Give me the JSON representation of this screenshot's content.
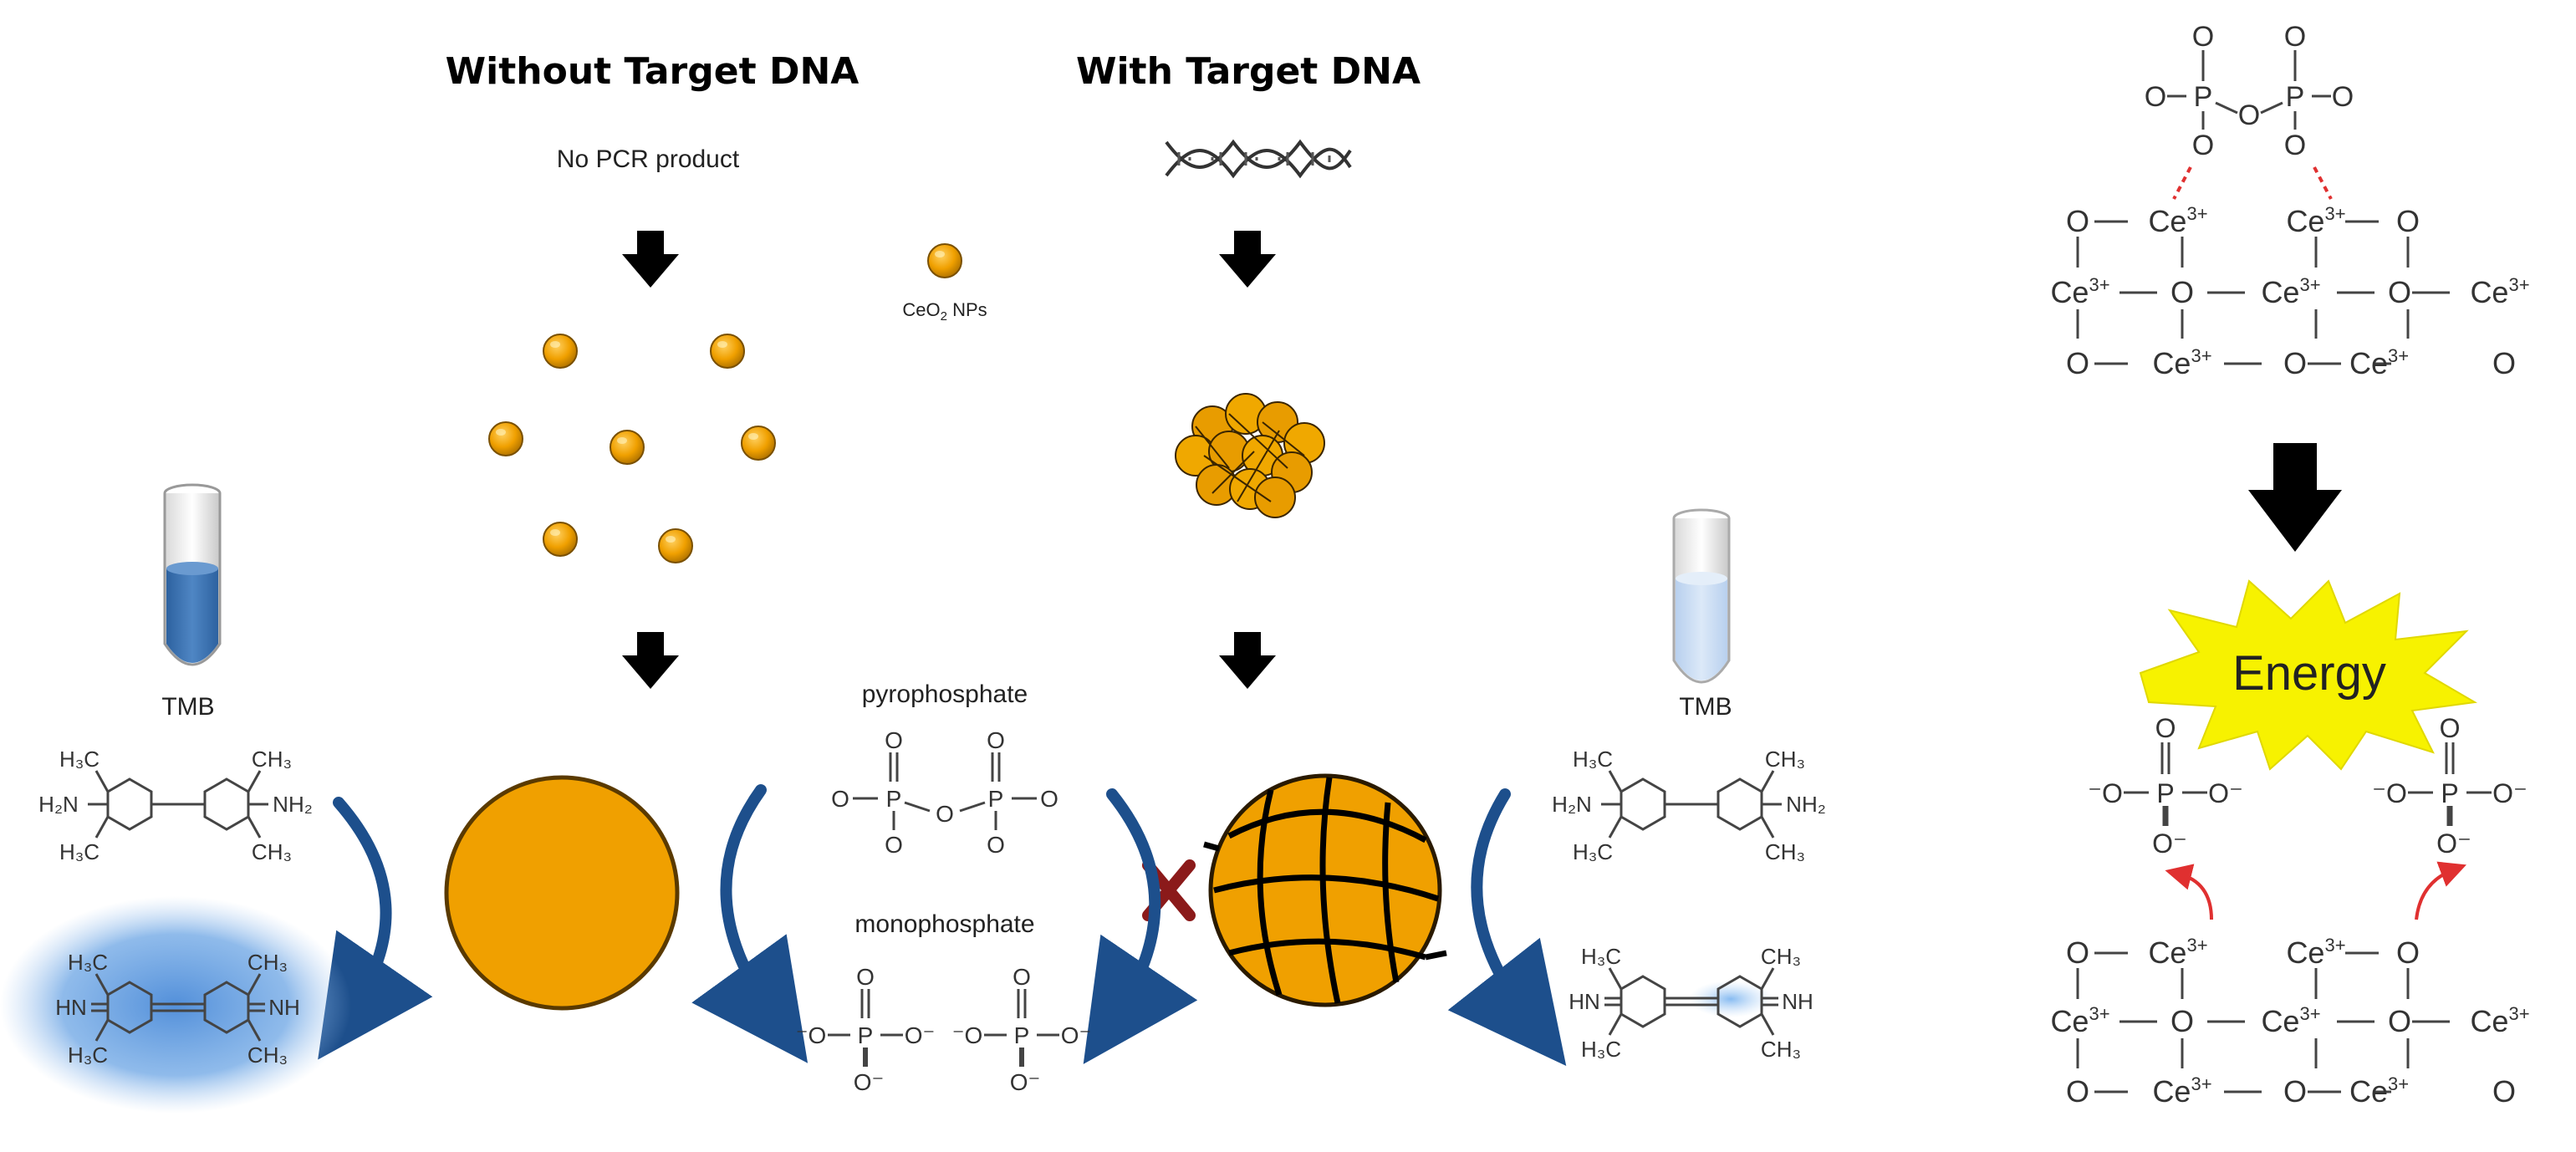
{
  "headings": {
    "without": "Without Target DNA",
    "with": "With Target DNA"
  },
  "labels": {
    "no_pcr": "No PCR product",
    "ceo2_prefix": "CeO",
    "ceo2_sub": "2",
    "ceo2_suffix": " NPs",
    "tmb_left": "TMB",
    "tmb_right": "TMB",
    "pyrophosphate": "pyrophosphate",
    "monophosphate": "monophosphate",
    "energy": "Energy"
  },
  "atoms": {
    "o": "O",
    "p": "P",
    "o_minus": "O⁻",
    "minus_o": "⁻O",
    "ce3": "Ce",
    "ce3_charge": "3+",
    "h3c": "H₃C",
    "ch3": "CH₃",
    "h2n": "H₂N",
    "nh2": "NH₂",
    "hn": "HN",
    "nh": "NH"
  },
  "colors": {
    "nanoparticle": "#F0A000",
    "nanoparticle_edge": "#7a5000",
    "arrow": "#000000",
    "curve_arrow": "#1d4f8c",
    "tube_blue": "#3a72b0",
    "tube_pale": "#cfe0f4",
    "glow_blue": "#5b9be0",
    "cross": "#8b1a1a",
    "energy_burst": "#f7f200",
    "red_dash": "#e03030"
  }
}
